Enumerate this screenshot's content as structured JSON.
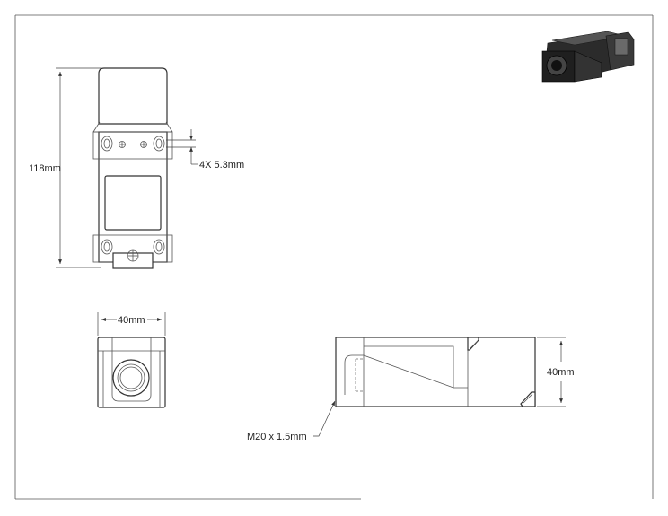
{
  "dimensions": {
    "length": "118mm",
    "hole": "4X 5.3mm",
    "width": "40mm",
    "height": "40mm",
    "thread": "M20 x 1.5mm"
  },
  "colors": {
    "line": "#333333",
    "thumbnail": "#2b2b2b"
  }
}
